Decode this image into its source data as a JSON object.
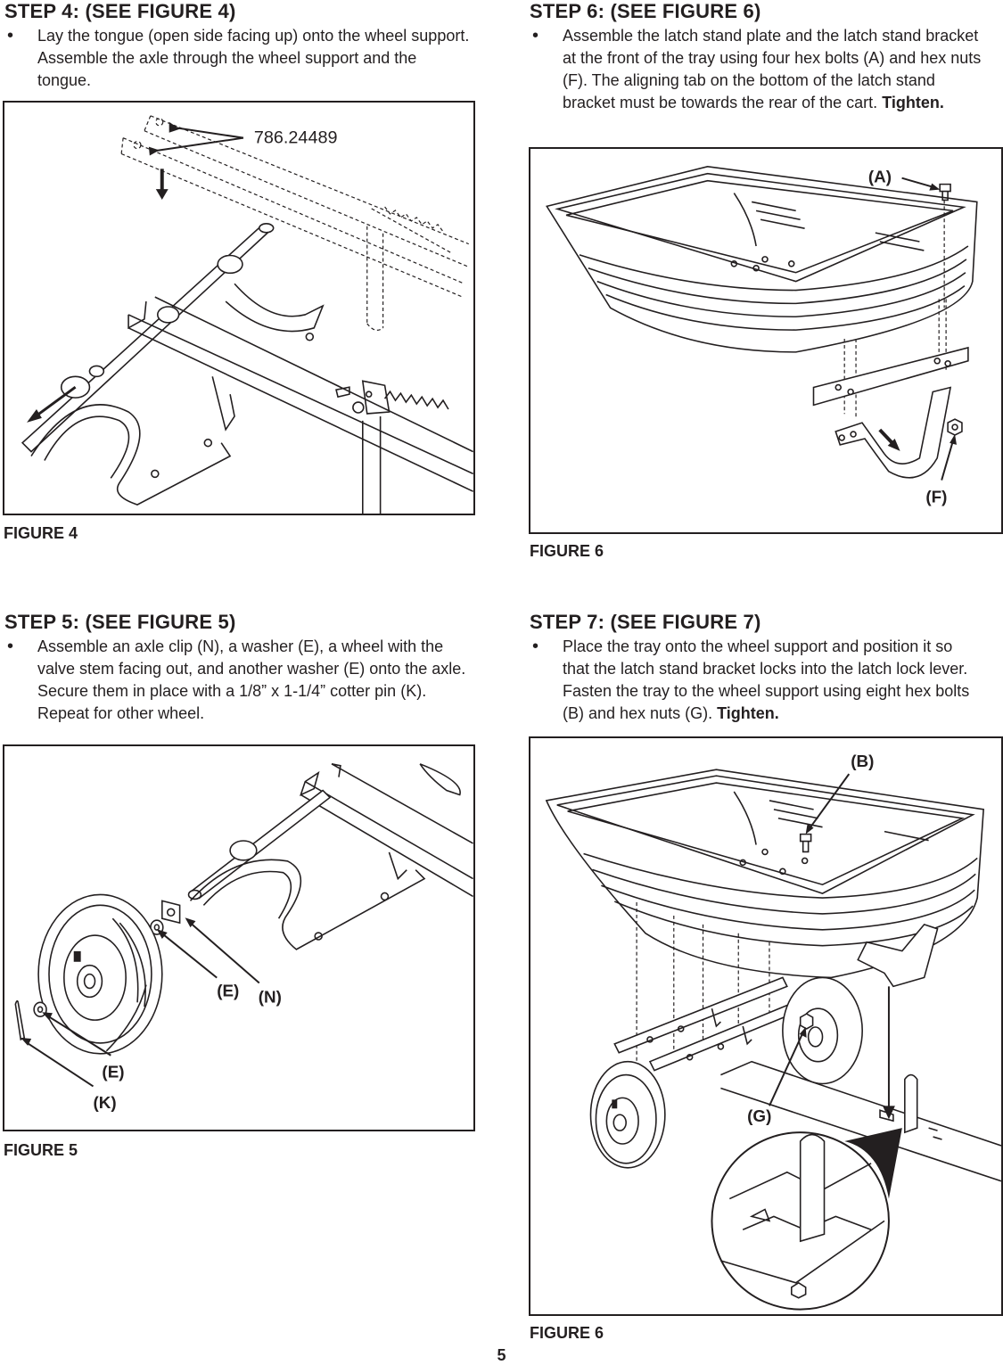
{
  "steps": {
    "step4": {
      "title": "STEP 4:  (SEE FIGURE 4)",
      "bullet": "•",
      "text": "Lay the tongue (open side facing up) onto the wheel support. Assemble the axle through the wheel support and the tongue."
    },
    "step5": {
      "title": "STEP 5:  (SEE FIGURE 5)",
      "bullet": "•",
      "text": "Assemble an axle clip (N), a washer (E), a wheel with the valve stem facing out, and another washer (E) onto the axle. Secure them in place with a 1/8” x 1-1/4” cotter pin (K). Repeat for other wheel."
    },
    "step6": {
      "title": "STEP 6:  (SEE FIGURE 6)",
      "bullet": "•",
      "text_main": "Assemble the latch stand plate and the latch stand bracket at the front of the tray using four hex bolts (A) and hex nuts (F). The aligning tab on the bottom of the latch stand bracket must be towards the rear of the cart.",
      "text_bold": "Tighten."
    },
    "step7": {
      "title": "STEP 7:  (SEE FIGURE 7)",
      "bullet": "•",
      "text_main": "Place the tray onto the wheel support and position it so that the latch stand bracket locks into the latch lock lever. Fasten the tray to the wheel support using eight hex bolts (B) and hex nuts (G).",
      "text_bold": "Tighten."
    }
  },
  "figures": {
    "fig4": {
      "caption": "FIGURE 4",
      "part_number": "786.24489"
    },
    "fig5": {
      "caption": "FIGURE 5",
      "labels": {
        "e1": "(E)",
        "n": "(N)",
        "e2": "(E)",
        "k": "(K)"
      }
    },
    "fig6": {
      "caption": "FIGURE 6",
      "labels": {
        "a": "(A)",
        "f": "(F)"
      }
    },
    "fig7": {
      "caption": "FIGURE 6",
      "labels": {
        "b": "(B)",
        "g": "(G)"
      }
    }
  },
  "page_number": "5"
}
